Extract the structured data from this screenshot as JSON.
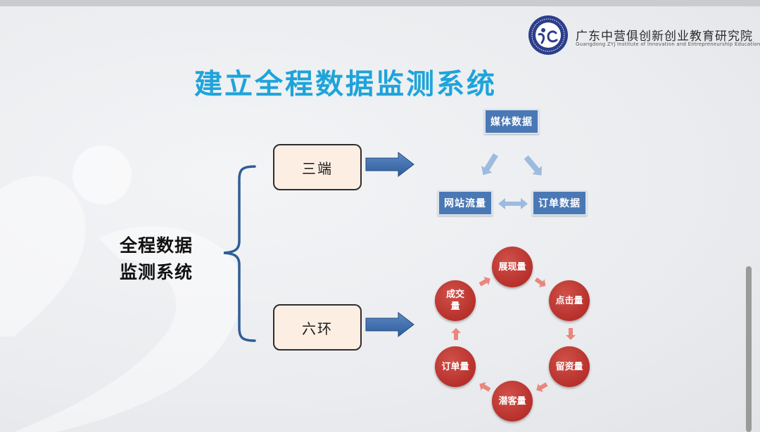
{
  "header": {
    "org_name": "广东中营俱创新创业教育研究院",
    "org_subtitle": "Guangdong ZYJ Institute of Innovation and Entrepreneurship Education"
  },
  "title": "建立全程数据监测系统",
  "root": {
    "line1": "全程数据",
    "line2": "监测系统"
  },
  "branches": {
    "top": "三端",
    "bottom": "六环"
  },
  "triangle_nodes": {
    "top": "媒体数据",
    "left": "网站流量",
    "right": "订单数据"
  },
  "cycle_nodes": {
    "n1": "展现量",
    "n2": "点击量",
    "n3": "留资量",
    "n4": "潜客量",
    "n5": "订单量",
    "n6_line1": "成交",
    "n6_line2": "量"
  },
  "colors": {
    "title": "#1fa3d9",
    "blue_box": "#4a78b5",
    "red_circle": "#b8302b",
    "arrow_blue": "#3b69a8",
    "bracket": "#2f5e96",
    "pill_fill": "#fdeee3"
  }
}
